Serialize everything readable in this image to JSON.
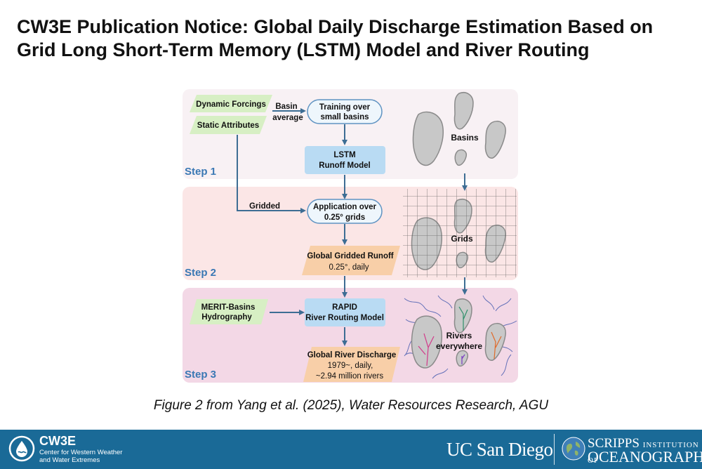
{
  "title": {
    "line1": "CW3E Publication Notice: Global Daily Discharge Estimation Based on",
    "line2": "Grid Long Short-Term Memory (LSTM) Model and River Routing"
  },
  "diagram": {
    "steps": [
      "Step 1",
      "Step 2",
      "Step 3"
    ],
    "inputs": {
      "dynamic_forcings": "Dynamic Forcings",
      "static_attributes": "Static Attributes",
      "merit_line1": "MERIT-Basins",
      "merit_line2": "Hydrography"
    },
    "arrow_labels": {
      "basin": "Basin",
      "average": "average",
      "gridded": "Gridded"
    },
    "boxes": {
      "training_line1": "Training over",
      "training_line2": "small basins",
      "lstm_line1": "LSTM",
      "lstm_line2": "Runoff Model",
      "application_line1": "Application over",
      "application_line2": "0.25° grids",
      "runoff_line1": "Global Gridded Runoff",
      "runoff_line2": "0.25°, daily",
      "rapid_line1": "RAPID",
      "rapid_line2": "River Routing Model",
      "discharge_line1": "Global River Discharge",
      "discharge_line2": "1979~, daily,",
      "discharge_line3": "~2.94 million rivers"
    },
    "illustration_labels": {
      "basins": "Basins",
      "grids": "Grids",
      "rivers_line1": "Rivers",
      "rivers_line2": "everywhere"
    },
    "colors": {
      "step1_bg": "#f8f1f4",
      "step2_bg": "#fbe6e6",
      "step3_bg": "#f3d8e6",
      "input_green": "#d7efc4",
      "model_blue": "#b9dbf3",
      "output_orange": "#f8cfa8",
      "arrow": "#3d6d94",
      "step_label": "#3a78b4"
    }
  },
  "caption": "Figure 2 from Yang et al. (2025), Water Resources Research, AGU",
  "footer": {
    "cw3e_name": "CW3E",
    "cw3e_sub_line1": "Center for Western Weather",
    "cw3e_sub_line2": "and Water Extremes",
    "ucsd": "UC San Diego",
    "scripps_main": "SCRIPPS",
    "scripps_small": "INSTITUTION OF",
    "scripps_line2": "OCEANOGRAPHY"
  }
}
